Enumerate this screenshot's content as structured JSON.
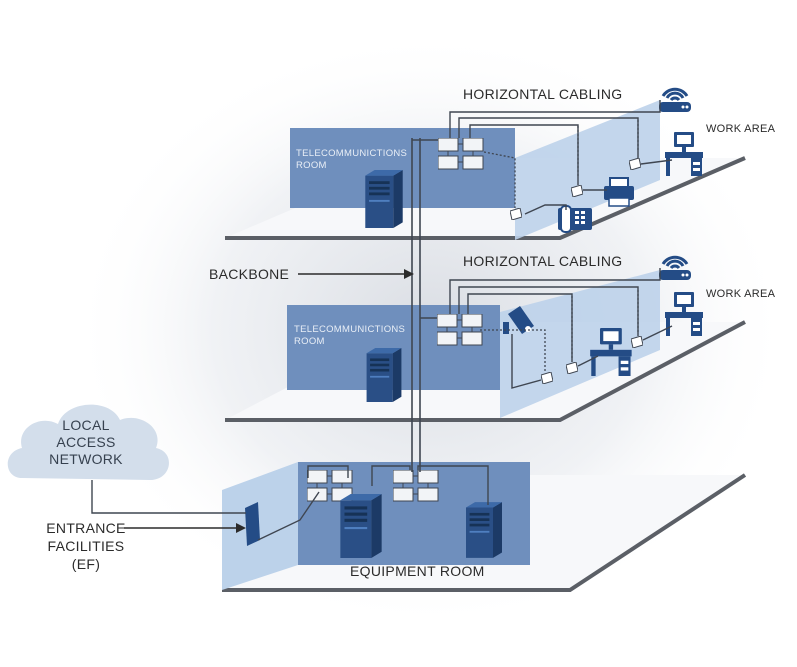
{
  "labels": {
    "horizontal_cabling_top": "HORIZONTAL CABLING",
    "horizontal_cabling_mid": "HORIZONTAL CABLING",
    "work_area_top": "WORK AREA",
    "work_area_mid": "WORK AREA",
    "backbone": "BACKBONE",
    "telecom_room_top_line1": "TELECOMMUNICTIONS",
    "telecom_room_top_line2": "ROOM",
    "telecom_room_mid_line1": "TELECOMMUNICTIONS",
    "telecom_room_mid_line2": "ROOM",
    "cloud_line1": "LOCAL",
    "cloud_line2": "ACCESS",
    "cloud_line3": "NETWORK",
    "entrance_line1": "ENTRANCE",
    "entrance_line2": "FACILITIES",
    "entrance_line3": "(EF)",
    "equipment_room": "EQUIPMENT ROOM"
  },
  "colors": {
    "floor": "#f7f8fa",
    "floor_edge": "#5b5f66",
    "room_wall": "#6f8fbd",
    "glass_wall": "#bcd2ea",
    "server": "#2a4f86",
    "device": "#244c86",
    "cloud": "#d3deeb",
    "cable": "#3f4651"
  },
  "icons": [
    "server-rack-icon",
    "patch-panel-icon",
    "wifi-router-icon",
    "workstation-icon",
    "printer-icon",
    "ip-phone-icon",
    "security-camera-icon",
    "wall-outlet-icon",
    "entrance-panel-icon",
    "cloud-icon"
  ]
}
